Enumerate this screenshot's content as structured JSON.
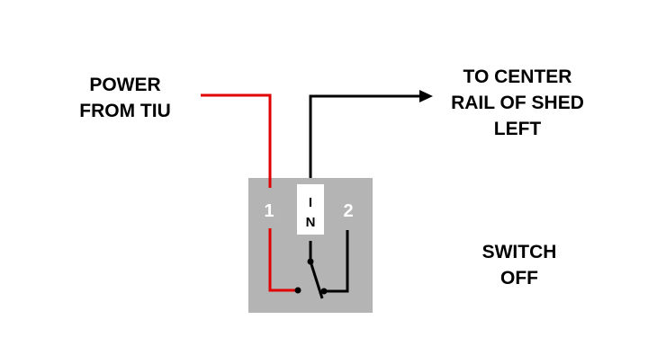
{
  "labels": {
    "power_line1": "POWER",
    "power_line2": "FROM TIU",
    "dest_line1": "TO CENTER",
    "dest_line2": "RAIL OF SHED",
    "dest_line3": "LEFT",
    "state_line1": "SWITCH",
    "state_line2": "OFF"
  },
  "switch": {
    "terminal_1": "1",
    "terminal_2": "2",
    "common_top": "I",
    "common_bottom": "N",
    "state": "off"
  },
  "colors": {
    "power_wire": "#e00000",
    "output_wire": "#000000",
    "switch_body": "#b4b4b4",
    "common_label_bg": "#ffffff"
  }
}
